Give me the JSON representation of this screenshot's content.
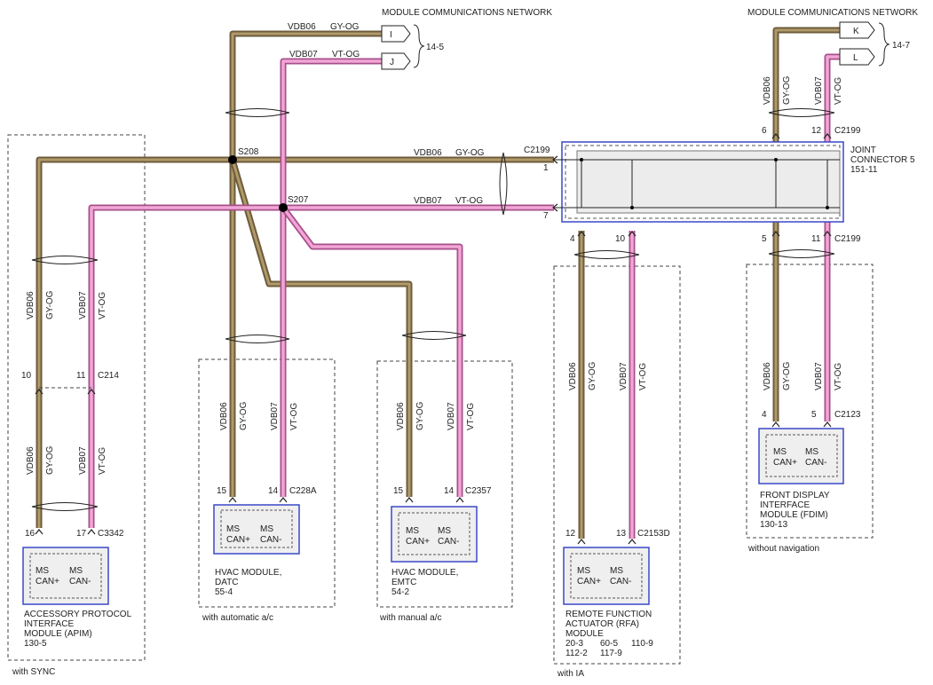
{
  "title": "",
  "network_labels": {
    "top_left": "MODULE COMMUNICATIONS NETWORK",
    "top_right": "MODULE COMMUNICATIONS NETWORK"
  },
  "wires": {
    "vdb06": "VDB06",
    "vdb07": "VDB07",
    "gy_og": "GY-OG",
    "vt_og": "VT-OG"
  },
  "refs": {
    "left_page": "14-5",
    "right_page": "14-7",
    "flag_i": "I",
    "flag_j": "J",
    "flag_k": "K",
    "flag_l": "L"
  },
  "splices": {
    "s208": "S208",
    "s207": "S207"
  },
  "joint_connector": {
    "name_line1": "JOINT",
    "name_line2": "CONNECTOR 5",
    "ref": "151-11",
    "connector": "C2199",
    "pins": {
      "p1": "1",
      "p7": "7",
      "p4": "4",
      "p10": "10",
      "p5": "5",
      "p11": "11",
      "p6": "6",
      "p12": "12"
    },
    "connector_top": "C2199",
    "connector_bottom_right": "C2199"
  },
  "modules": [
    {
      "id": "apim",
      "line1": "ACCESSORY PROTOCOL",
      "line2": "INTERFACE",
      "line3": "MODULE (APIM)",
      "line4": "130-5",
      "option": "with SYNC",
      "pin_a": "16",
      "pin_b": "17",
      "connector": "C3342",
      "mid_pin_a": "10",
      "mid_pin_b": "11",
      "mid_connector": "C214",
      "ms1": "MS",
      "can1": "CAN+",
      "ms2": "MS",
      "can2": "CAN-"
    },
    {
      "id": "datc",
      "line1": "HVAC MODULE,",
      "line2": "DATC",
      "line3": "55-4",
      "option": "with automatic a/c",
      "pin_a": "15",
      "pin_b": "14",
      "connector": "C228A",
      "ms1": "MS",
      "can1": "CAN+",
      "ms2": "MS",
      "can2": "CAN-"
    },
    {
      "id": "emtc",
      "line1": "HVAC MODULE,",
      "line2": "EMTC",
      "line3": "54-2",
      "option": "with manual a/c",
      "pin_a": "15",
      "pin_b": "14",
      "connector": "C2357",
      "ms1": "MS",
      "can1": "CAN+",
      "ms2": "MS",
      "can2": "CAN-"
    },
    {
      "id": "rfa",
      "line1": "REMOTE FUNCTION",
      "line2": "ACTUATOR (RFA)",
      "line3": "MODULE",
      "line4a": "20-3",
      "line4b": "60-5",
      "line4c": "110-9",
      "line5a": "112-2",
      "line5b": "117-9",
      "option": "with IA",
      "pin_a": "12",
      "pin_b": "13",
      "connector": "C2153D",
      "ms1": "MS",
      "can1": "CAN+",
      "ms2": "MS",
      "can2": "CAN-"
    },
    {
      "id": "fdim",
      "line1": "FRONT DISPLAY",
      "line2": "INTERFACE",
      "line3": "MODULE (FDIM)",
      "line4": "130-13",
      "option": "without navigation",
      "pin_a": "4",
      "pin_b": "5",
      "connector": "C2123",
      "ms1": "MS",
      "can1": "CAN+",
      "ms2": "MS",
      "can2": "CAN-"
    }
  ]
}
